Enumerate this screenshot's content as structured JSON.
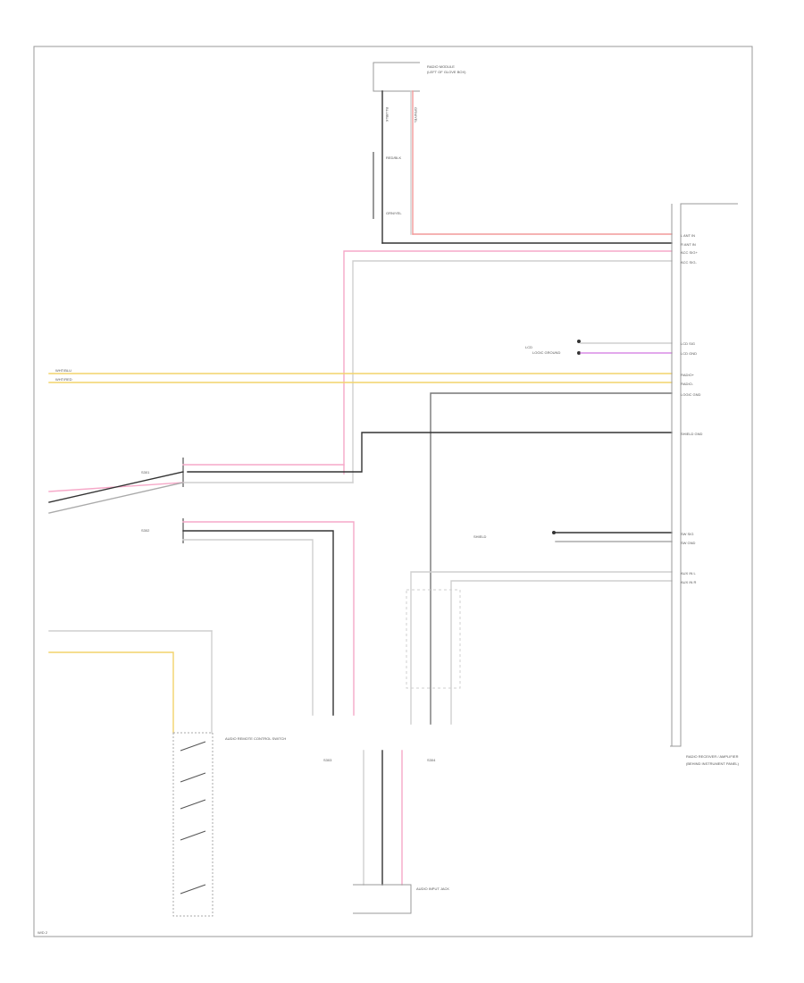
{
  "colors": {
    "frame": "#999999",
    "black": "#333333",
    "gray": "#aaaaaa",
    "light_gray": "#cfcfcf",
    "pink": "#f6a8c8",
    "red": "#f29a9a",
    "yellow": "#f2d36b",
    "violet": "#d98be6",
    "dark_gray": "#777777"
  },
  "labels": {
    "footer_code": "W/D 2",
    "top_module": "RADIO MODULE",
    "top_module_sub": "(LEFT OF GLOVE BOX)",
    "right_module": "RADIO RECEIVER / AMPLIFIER",
    "right_module_sub": "(BEHIND INSTRUMENT PANEL)",
    "switch_label": "AUDIO REMOTE CONTROL SWITCH",
    "bottom_module": "AUDIO INPUT JACK",
    "splice_1": "S301",
    "splice_2": "S302",
    "splice_3": "S303",
    "splice_4": "S304",
    "mid_label_1": "SHIELD",
    "mid_label_2": "LCD",
    "mid_label_3": "LOGIC GROUND",
    "left_in_1": "WHT/BLU",
    "left_in_2": "WHT/RED"
  },
  "wire_labels": {
    "top_1": "BLU/BLK",
    "top_2": "GRN/YEL",
    "top_3": "RED/BLK",
    "top_4": "GRN/YEL",
    "r1": "L ANT IN",
    "r2": "R ANT IN",
    "r3": "ACC SIG+",
    "r4": "ACC SIG-",
    "r5": "LCD SIG",
    "r6": "LCD GND",
    "r7": "RADIO+",
    "r8": "RADIO-",
    "r9": "LOGIC GND",
    "r10": "SHIELD GND",
    "r11": "SW SIG",
    "r12": "SW GND",
    "r13": "AUX IN L",
    "r14": "AUX IN R"
  }
}
